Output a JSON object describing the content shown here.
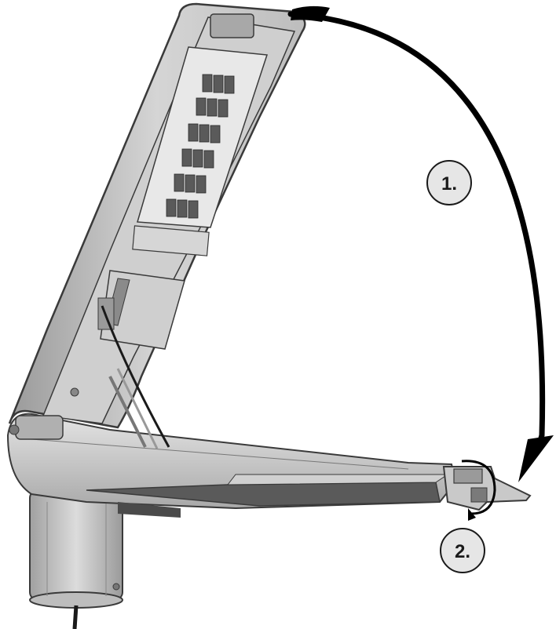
{
  "figure": {
    "subject": "luminaire-open-housing",
    "colors": {
      "body_light": "#d9d9d9",
      "body_mid": "#b8b8b8",
      "body_dark": "#8e8e8e",
      "body_shadow": "#6c6c6c",
      "outline": "#3a3a3a",
      "arrow": "#000000",
      "callout_fill": "#e6e6e6"
    },
    "steps": [
      {
        "label": "1.",
        "icon": "large-curved-arrow-icon"
      },
      {
        "label": "2.",
        "icon": "small-rotate-arrow-icon"
      }
    ]
  }
}
